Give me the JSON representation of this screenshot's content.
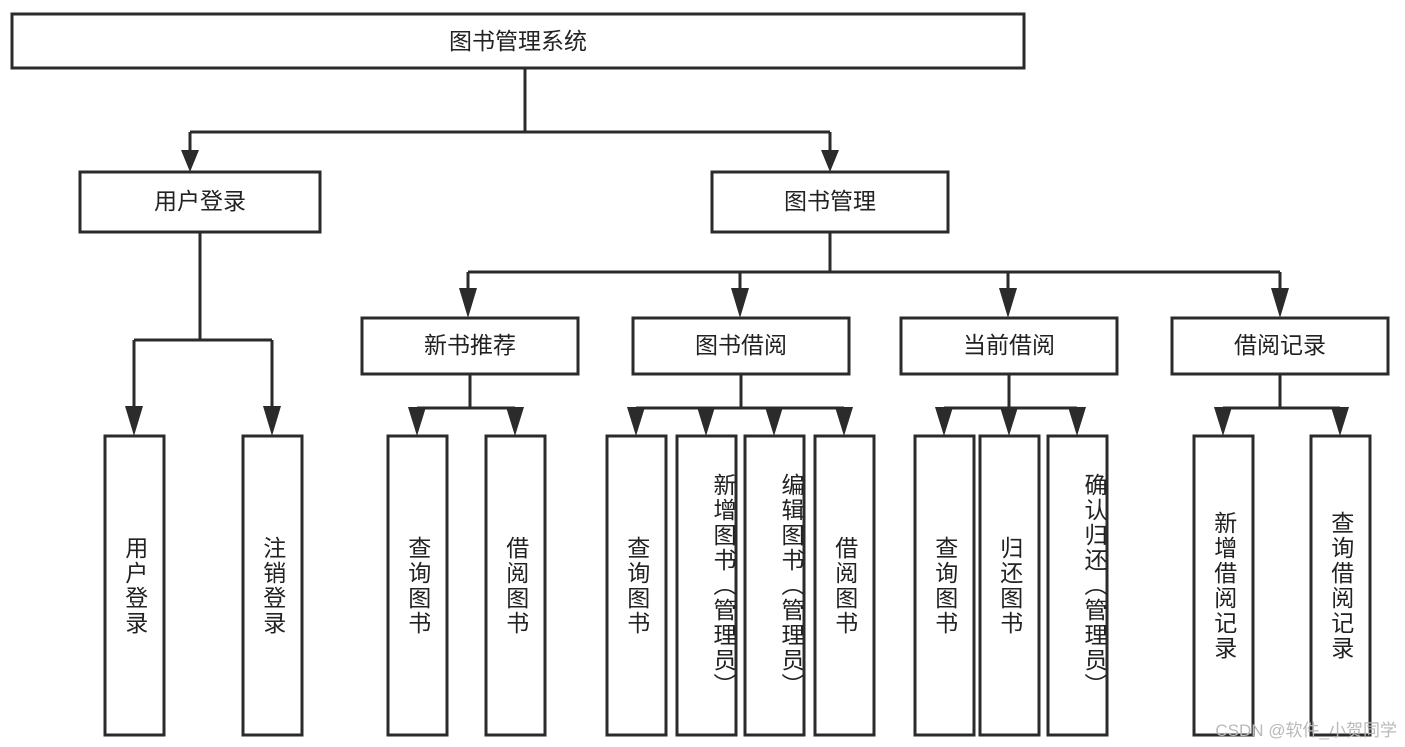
{
  "diagram": {
    "title": "图书管理系统",
    "type": "hierarchy-tree",
    "watermark": "CSDN @软件_小贺同学",
    "colors": {
      "box_stroke": "#2b2b2b",
      "box_fill": "#ffffff",
      "text": "#222222",
      "connector": "#2b2b2b",
      "watermark": "#b9b9b9",
      "background": "#ffffff"
    },
    "levels": {
      "root": {
        "label": "图书管理系统"
      },
      "level2": [
        {
          "label": "用户登录"
        },
        {
          "label": "图书管理"
        }
      ],
      "level3": [
        {
          "label": "新书推荐"
        },
        {
          "label": "图书借阅"
        },
        {
          "label": "当前借阅"
        },
        {
          "label": "借阅记录"
        }
      ]
    },
    "leaves": {
      "user_login": [
        {
          "label": "用户登录"
        },
        {
          "label": "注销登录"
        }
      ],
      "new_book_recommend": [
        {
          "label": "查询图书"
        },
        {
          "label": "借阅图书"
        }
      ],
      "book_borrow": [
        {
          "label": "查询图书"
        },
        {
          "label": "新增图书（管理员）"
        },
        {
          "label": "编辑图书（管理员）"
        },
        {
          "label": "借阅图书"
        }
      ],
      "current_borrow": [
        {
          "label": "查询图书"
        },
        {
          "label": "归还图书"
        },
        {
          "label": "确认归还（管理员）"
        }
      ],
      "borrow_record": [
        {
          "label": "新增借阅记录"
        },
        {
          "label": "查询借阅记录"
        }
      ]
    }
  }
}
